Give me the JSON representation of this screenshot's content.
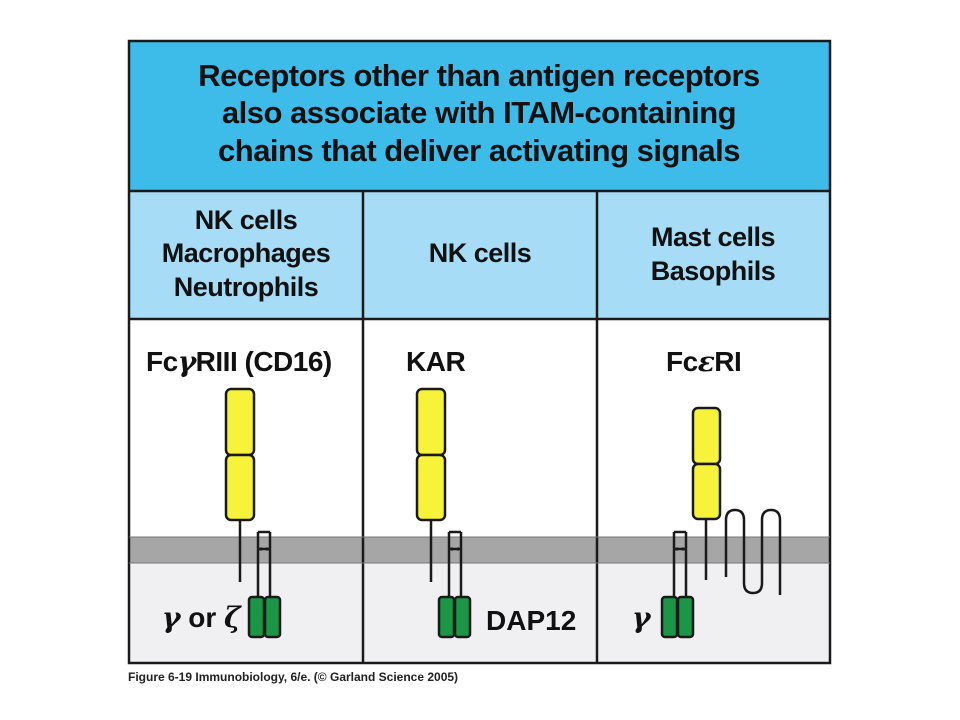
{
  "title_lines": [
    "Receptors other than antigen receptors",
    "also associate with ITAM-containing",
    "chains that deliver activating signals"
  ],
  "columns": [
    {
      "cell_types": [
        "NK cells",
        "Macrophages",
        "Neutrophils"
      ],
      "receptor": {
        "prefix": "Fc",
        "greek": "γ",
        "suffix": "RIII (CD16)"
      },
      "chain": {
        "greek1": "γ",
        "text": " or ",
        "greek2": "ζ",
        "plain": ""
      }
    },
    {
      "cell_types": [
        "NK cells"
      ],
      "receptor": {
        "prefix": "KAR",
        "greek": "",
        "suffix": ""
      },
      "chain": {
        "greek1": "",
        "text": "",
        "greek2": "",
        "plain": "DAP12"
      }
    },
    {
      "cell_types": [
        "Mast cells",
        "Basophils"
      ],
      "receptor": {
        "prefix": "Fc",
        "greek": "ε",
        "suffix": "RI"
      },
      "chain": {
        "greek1": "γ",
        "text": "",
        "greek2": "",
        "plain": ""
      }
    }
  ],
  "caption": "Figure 6-19  Immunobiology, 6/e. (© Garland Science 2005)",
  "colors": {
    "title_bg": "#3dbbe9",
    "subheader_bg": "#a6dcf5",
    "membrane": "#a6a6a6",
    "cytoplasm": "#f0f0f2",
    "receptor_domain": "#f7f23a",
    "itam_chain": "#1a9646",
    "outline": "#1a1a1a"
  }
}
